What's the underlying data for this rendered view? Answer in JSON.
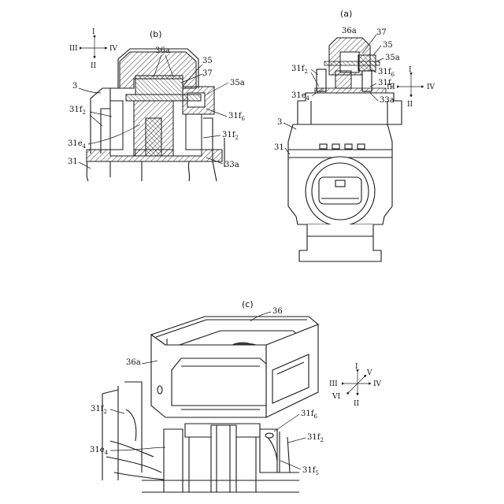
{
  "figures": {
    "a": {
      "caption": "(a)",
      "labels": {
        "l36a": "36a",
        "l37": "37",
        "l35": "35",
        "l35a": "35a",
        "l31f2_top": "31f",
        "l31f2_top_sub": "2",
        "l31f6": "31f",
        "l31f6_sub": "6",
        "l31f2_right": "31f",
        "l31f2_right_sub": "2",
        "l31e4": "31e",
        "l31e4_sub": "4",
        "l33a": "33a",
        "l3": "3",
        "l31": "31"
      },
      "directions": {
        "up": "I",
        "down": "II",
        "left": "III",
        "right": "IV"
      }
    },
    "b": {
      "caption": "(b)",
      "labels": {
        "l36a": "36a",
        "l35": "35",
        "l37": "37",
        "l35a": "35a",
        "l3": "3",
        "l31f2_left": "31f",
        "l31f2_left_sub": "2",
        "l31e4": "31e",
        "l31e4_sub": "4",
        "l31f6": "31f",
        "l31f6_sub": "6",
        "l31f2_right": "31f",
        "l31f2_right_sub": "2",
        "l31": "31",
        "l33a": "33a"
      },
      "directions": {
        "up": "I",
        "down": "II",
        "left": "III",
        "right": "IV"
      }
    },
    "c": {
      "caption": "(c)",
      "labels": {
        "l36": "36",
        "l36a": "36a",
        "l31f2_left": "31f",
        "l31f2_left_sub": "2",
        "l31e4": "31e",
        "l31e4_sub": "4",
        "l31f6": "31f",
        "l31f6_sub": "6",
        "l31f2_right": "31f",
        "l31f2_right_sub": "2",
        "l31f5": "31f",
        "l31f5_sub": "5"
      },
      "directions": {
        "up": "I",
        "down": "II",
        "left": "III",
        "right": "IV",
        "upright": "V",
        "downleft": "VI"
      }
    }
  }
}
